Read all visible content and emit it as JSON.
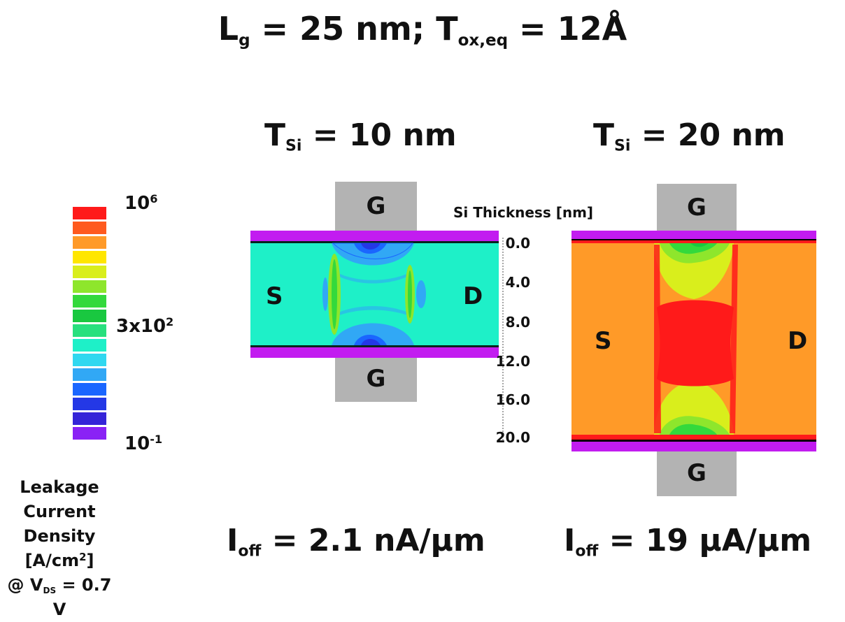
{
  "title": {
    "l": "L",
    "l_sub": "g",
    "mid": " = 25 nm; T",
    "t_sub": "ox,eq",
    "end": " = 12Å"
  },
  "left_device": {
    "heading": {
      "t": "T",
      "sub": "Si",
      "rest": " = 10 nm"
    },
    "gate_top": "G",
    "gate_bottom": "G",
    "source": "S",
    "drain": "D",
    "ioff": {
      "i": "I",
      "sub": "off",
      "rest": " = 2.1 nA/μm"
    }
  },
  "right_device": {
    "heading": {
      "t": "T",
      "sub": "Si",
      "rest": " = 20 nm"
    },
    "gate_top": "G",
    "gate_bottom": "G",
    "source": "S",
    "drain": "D",
    "ioff": {
      "i": "I",
      "sub": "off",
      "rest": " = 19 μA/μm"
    }
  },
  "thickness_axis": {
    "title": "Si Thickness [nm]",
    "ticks": [
      "0.0",
      "4.0",
      "8.0",
      "12.0",
      "16.0",
      "20.0"
    ]
  },
  "legend": {
    "top": {
      "base": "10",
      "exp": "6"
    },
    "mid": {
      "base": "3x10",
      "exp": "2"
    },
    "bottom": {
      "base": "10",
      "exp": "-1"
    },
    "caption_line1": "Leakage Current",
    "caption_line2_a": "Density [A/cm",
    "caption_line2_exp": "2",
    "caption_line2_b": "]",
    "caption_line3_a": "@ V",
    "caption_line3_sub": "DS",
    "caption_line3_b": " = 0.7 V",
    "colors": [
      "#ff1a1a",
      "#ff5a1e",
      "#ff9a28",
      "#ffe600",
      "#d9ee1c",
      "#8ee62c",
      "#33d93c",
      "#19c840",
      "#28e07e",
      "#1ef0c8",
      "#30d8f0",
      "#31a8f5",
      "#1a66ff",
      "#2438e6",
      "#3524d8",
      "#8a22f5"
    ]
  },
  "palette": {
    "gate": "#b3b3b3",
    "oxide": "#c21cf0",
    "cyan": "#1ef0c8",
    "orange": "#ff9a28",
    "red": "#ff1a1a"
  }
}
